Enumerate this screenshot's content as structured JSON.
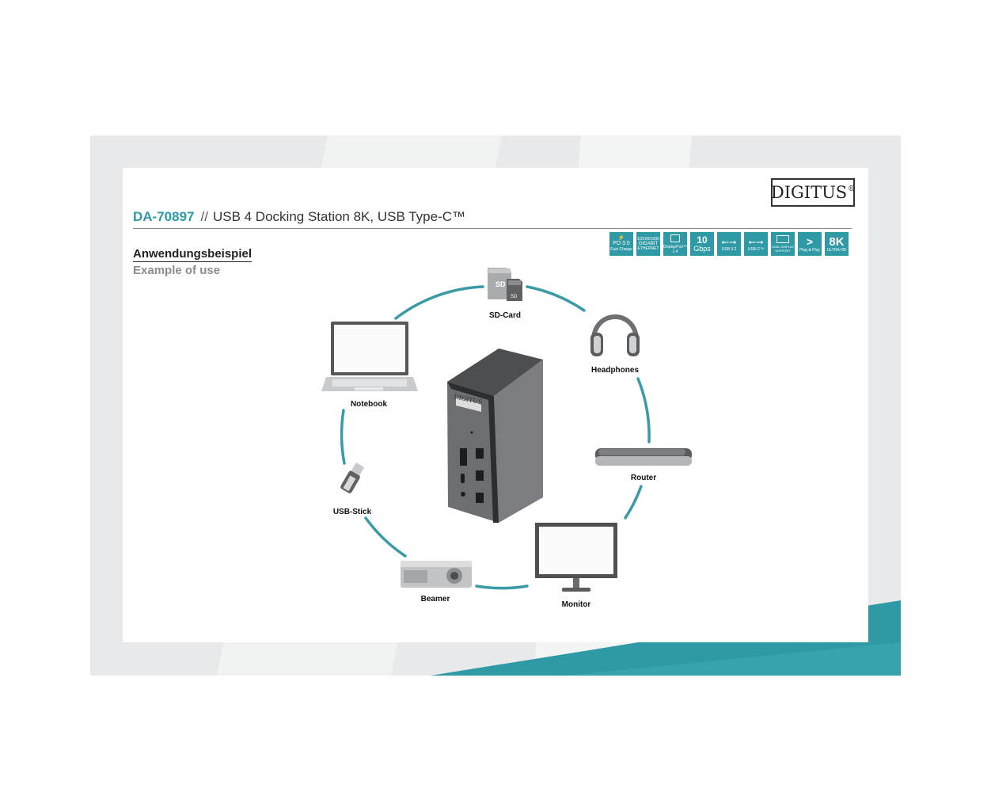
{
  "header": {
    "model": "DA-70897",
    "separator": "//",
    "product": "USB 4 Docking Station 8K, USB Type-C™",
    "brand": "DIGITUS",
    "brand_mark": "®"
  },
  "badges": [
    {
      "icon": "power-delivery-icon",
      "lines": [
        "PD 3.0",
        "Fast Charge"
      ]
    },
    {
      "icon": "ethernet-icon",
      "lines": [
        "10/100/1000",
        "GIGABIT",
        "ETHERNET"
      ]
    },
    {
      "icon": "displayport-icon",
      "lines": [
        "DisplayPort™ 1.4"
      ]
    },
    {
      "icon": "speed-icon",
      "lines": [
        "10",
        "Gbps"
      ]
    },
    {
      "icon": "usb-icon",
      "lines": [
        "USB 3.2"
      ]
    },
    {
      "icon": "usb-c-icon",
      "lines": [
        "USB-C™"
      ]
    },
    {
      "icon": "dual-display-icon",
      "lines": [
        "DUAL DISPLAY",
        "SUPPORT"
      ]
    },
    {
      "icon": "plug-and-play-icon",
      "lines": [
        "Plug & Play"
      ]
    },
    {
      "icon": "resolution-icon",
      "lines": [
        "8K",
        "ULTRA HD"
      ]
    }
  ],
  "section": {
    "title_de": "Anwendungsbeispiel",
    "title_en": "Example of use"
  },
  "devices": {
    "sd_card": "SD-Card",
    "headphones": "Headphones",
    "router": "Router",
    "monitor": "Monitor",
    "beamer": "Beamer",
    "usb_stick": "USB-Stick",
    "notebook": "Notebook"
  },
  "dock": {
    "logo": "DIGITUS"
  },
  "colors": {
    "accent": "#2f9aa5",
    "ring": "#3a9ba6",
    "dock_body": "#6c6e72",
    "background_frame": "#e8e9ea"
  }
}
